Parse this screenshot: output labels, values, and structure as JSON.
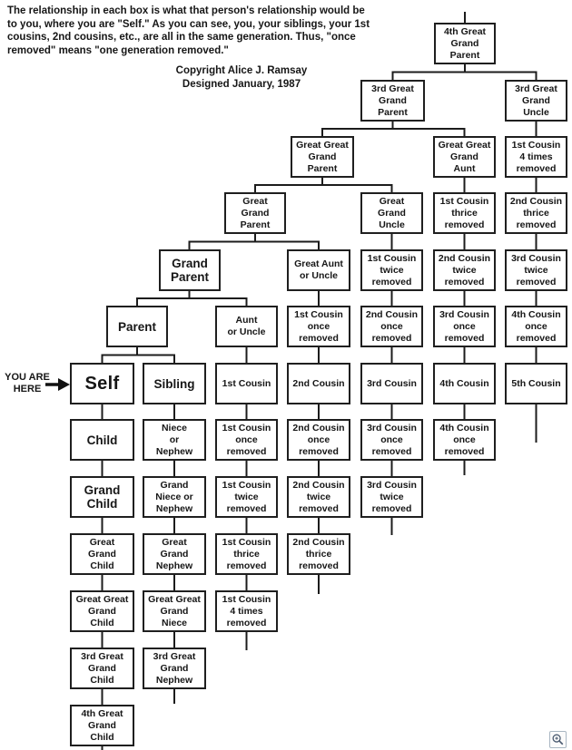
{
  "header": {
    "intro": "The relationship in each box is what that person's relationship would be\nto you, where you are \"Self.\"  As you can see, you, your siblings, your 1st\ncousins, 2nd cousins, etc., are all in the same generation.  Thus, \"once\nremoved\" means \"one generation removed.\"",
    "copyright": "Copyright Alice J. Ramsay",
    "designed": "Designed January, 1987"
  },
  "you_are_here": {
    "label": "YOU ARE\nHERE",
    "arrow_icon": "right-arrow"
  },
  "colors": {
    "line": "#1c1c1c",
    "box_border": "#1f1f1f",
    "text": "#161616",
    "background": "#ffffff",
    "zoom_icon": "#4a5a70"
  },
  "nodes": [
    {
      "id": "4th-great-grand-parent",
      "label": "4th Great\nGrand\nParent"
    },
    {
      "id": "3rd-great-grand-parent",
      "label": "3rd Great\nGrand\nParent"
    },
    {
      "id": "3rd-great-grand-uncle",
      "label": "3rd Great\nGrand\nUncle"
    },
    {
      "id": "great-great-grand-parent",
      "label": "Great Great\nGrand\nParent"
    },
    {
      "id": "great-great-grand-aunt",
      "label": "Great Great\nGrand\nAunt"
    },
    {
      "id": "1st-cousin-4-times-removed-up",
      "label": "1st Cousin\n4 times\nremoved"
    },
    {
      "id": "great-grand-parent",
      "label": "Great\nGrand\nParent"
    },
    {
      "id": "great-grand-uncle",
      "label": "Great\nGrand\nUncle"
    },
    {
      "id": "1st-cousin-thrice-removed-up",
      "label": "1st Cousin\nthrice\nremoved"
    },
    {
      "id": "2nd-cousin-thrice-removed-up",
      "label": "2nd Cousin\nthrice\nremoved"
    },
    {
      "id": "grand-parent",
      "label": "Grand\nParent"
    },
    {
      "id": "great-aunt-or-uncle",
      "label": "Great Aunt\nor Uncle"
    },
    {
      "id": "1st-cousin-twice-removed-up",
      "label": "1st Cousin\ntwice\nremoved"
    },
    {
      "id": "2nd-cousin-twice-removed-up",
      "label": "2nd Cousin\ntwice\nremoved"
    },
    {
      "id": "3rd-cousin-twice-removed-up",
      "label": "3rd Cousin\ntwice\nremoved"
    },
    {
      "id": "parent",
      "label": "Parent"
    },
    {
      "id": "aunt-or-uncle",
      "label": "Aunt\nor Uncle"
    },
    {
      "id": "1st-cousin-once-removed-up",
      "label": "1st Cousin\nonce\nremoved"
    },
    {
      "id": "2nd-cousin-once-removed-up",
      "label": "2nd Cousin\nonce\nremoved"
    },
    {
      "id": "3rd-cousin-once-removed-up",
      "label": "3rd Cousin\nonce\nremoved"
    },
    {
      "id": "4th-cousin-once-removed-up",
      "label": "4th Cousin\nonce\nremoved"
    },
    {
      "id": "self",
      "label": "Self"
    },
    {
      "id": "sibling",
      "label": "Sibling"
    },
    {
      "id": "1st-cousin",
      "label": "1st Cousin"
    },
    {
      "id": "2nd-cousin",
      "label": "2nd Cousin"
    },
    {
      "id": "3rd-cousin",
      "label": "3rd Cousin"
    },
    {
      "id": "4th-cousin",
      "label": "4th Cousin"
    },
    {
      "id": "5th-cousin",
      "label": "5th Cousin"
    },
    {
      "id": "child",
      "label": "Child"
    },
    {
      "id": "niece-or-nephew",
      "label": "Niece\nor\nNephew"
    },
    {
      "id": "1st-cousin-once-removed-down",
      "label": "1st Cousin\nonce\nremoved"
    },
    {
      "id": "2nd-cousin-once-removed-down",
      "label": "2nd Cousin\nonce\nremoved"
    },
    {
      "id": "3rd-cousin-once-removed-down",
      "label": "3rd Cousin\nonce\nremoved"
    },
    {
      "id": "4th-cousin-once-removed-down",
      "label": "4th Cousin\nonce\nremoved"
    },
    {
      "id": "grand-child",
      "label": "Grand\nChild"
    },
    {
      "id": "grand-niece-or-nephew",
      "label": "Grand\nNiece or\nNephew"
    },
    {
      "id": "1st-cousin-twice-removed-down",
      "label": "1st Cousin\ntwice\nremoved"
    },
    {
      "id": "2nd-cousin-twice-removed-down",
      "label": "2nd Cousin\ntwice\nremoved"
    },
    {
      "id": "3rd-cousin-twice-removed-down",
      "label": "3rd Cousin\ntwice\nremoved"
    },
    {
      "id": "great-grand-child",
      "label": "Great\nGrand\nChild"
    },
    {
      "id": "great-grand-nephew",
      "label": "Great\nGrand\nNephew"
    },
    {
      "id": "1st-cousin-thrice-removed-down",
      "label": "1st Cousin\nthrice\nremoved"
    },
    {
      "id": "2nd-cousin-thrice-removed-down",
      "label": "2nd Cousin\nthrice\nremoved"
    },
    {
      "id": "great-great-grand-child",
      "label": "Great Great\nGrand\nChild"
    },
    {
      "id": "great-great-grand-niece",
      "label": "Great Great\nGrand\nNiece"
    },
    {
      "id": "1st-cousin-4-times-removed-down",
      "label": "1st Cousin\n4 times\nremoved"
    },
    {
      "id": "3rd-great-grand-child",
      "label": "3rd Great\nGrand\nChild"
    },
    {
      "id": "3rd-great-grand-nephew",
      "label": "3rd Great\nGrand\nNephew"
    },
    {
      "id": "4th-great-grand-child",
      "label": "4th Great\nGrand\nChild"
    }
  ]
}
